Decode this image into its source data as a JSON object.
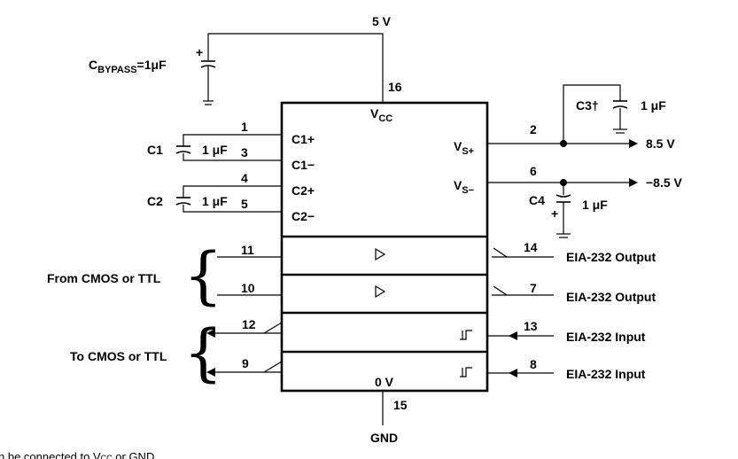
{
  "supply": {
    "voltage": "5 V",
    "ground_voltage": "0 V",
    "ground": "GND"
  },
  "bypass": {
    "prefix": "C",
    "sub": "BYPASS",
    "suffix": "=1μF",
    "polarity": "+"
  },
  "pins": {
    "vcc": "16",
    "c1p": "1",
    "c1m": "3",
    "c2p": "4",
    "c2m": "5",
    "vsp": "2",
    "vsm": "6",
    "gnd": "15",
    "din1": "11",
    "din2": "10",
    "rout1": "12",
    "rout2": "9",
    "dout1": "14",
    "dout2": "7",
    "rin1": "13",
    "rin2": "8"
  },
  "chip": {
    "vcc_main": "V",
    "vcc_sub": "CC",
    "c1p": "C1+",
    "c1m": "C1−",
    "c2p": "C2+",
    "c2m": "C2−",
    "vsp_main": "V",
    "vsp_sub": "S+",
    "vsm_main": "V",
    "vsm_sub": "S−"
  },
  "caps": {
    "c1": {
      "name": "C1",
      "value": "1 μF"
    },
    "c2": {
      "name": "C2",
      "value": "1 μF"
    },
    "c3": {
      "name": "C3†",
      "value": "1 μF"
    },
    "c4": {
      "name": "C4",
      "value": "1 μF",
      "polarity": "+"
    }
  },
  "rails": {
    "positive": "8.5 V",
    "negative": "−8.5 V"
  },
  "io": {
    "from_group": "From CMOS or TTL",
    "to_group": "To CMOS or TTL",
    "out1": "EIA-232 Output",
    "out2": "EIA-232 Output",
    "in1": "EIA-232 Input",
    "in2": "EIA-232 Input"
  },
  "footnote": {
    "prefix": "n be connected to V",
    "sub": "CC",
    "suffix": " or GND."
  }
}
